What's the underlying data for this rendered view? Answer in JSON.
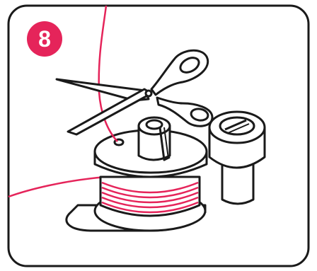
{
  "step": {
    "number": "8",
    "badge_color": "#e5245a"
  },
  "colors": {
    "outline": "#1a1a1a",
    "thread": "#e5245a",
    "fill": "#ffffff"
  },
  "illustration": {
    "objects": [
      "scissors-icon",
      "bobbin-icon",
      "thread",
      "bobbin-winder-spindle"
    ]
  }
}
